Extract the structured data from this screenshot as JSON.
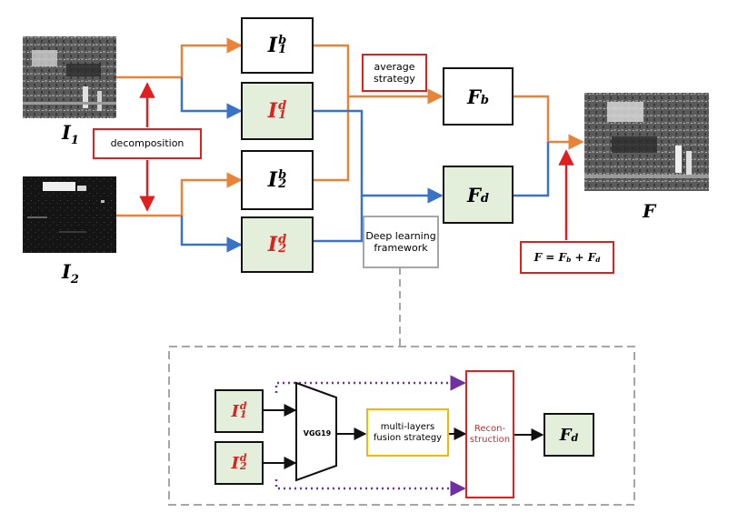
{
  "inputs": {
    "i1": {
      "base": "I",
      "sub": "1"
    },
    "i2": {
      "base": "I",
      "sub": "2"
    }
  },
  "output": {
    "base": "F"
  },
  "decomposition_label": "decomposition",
  "average_label": "average strategy",
  "deep_label": "Deep learning framework",
  "base_layers": [
    {
      "base": "I",
      "sup": "b",
      "sub": "1"
    },
    {
      "base": "I",
      "sup": "b",
      "sub": "2"
    }
  ],
  "detail_layers": [
    {
      "base": "I",
      "sup": "d",
      "sub": "1"
    },
    {
      "base": "I",
      "sup": "d",
      "sub": "2"
    }
  ],
  "fb": {
    "base": "F",
    "sub": "b"
  },
  "fd": {
    "base": "F",
    "sub": "d"
  },
  "formula": {
    "lhs": "F",
    "eq": "=",
    "t1": "F",
    "s1": "b",
    "plus": "+",
    "t2": "F",
    "s2": "d"
  },
  "framework": {
    "vgg_label": "VGG19",
    "fusion_label": "multi-layers fusion strategy",
    "recon_label": "Recon-struction",
    "out": {
      "base": "F",
      "sub": "d"
    }
  },
  "colors": {
    "orange": "#e8843a",
    "blue": "#3a72c6",
    "red": "#e02020",
    "green_fill": "#e3efdb",
    "gray": "#a6a6a6",
    "yellow": "#f5b800",
    "purple": "#7030a0"
  }
}
